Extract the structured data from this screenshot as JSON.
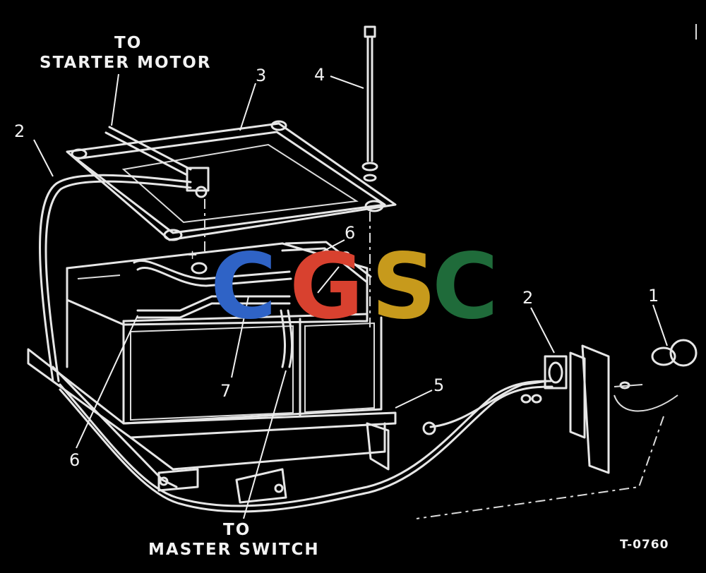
{
  "labels": {
    "to_starter_motor_line1": "TO",
    "to_starter_motor_line2": "STARTER  MOTOR",
    "to_master_switch_line1": "TO",
    "to_master_switch_line2": "MASTER  SWITCH",
    "figure_code": "T-0760"
  },
  "callouts": {
    "c1": "1",
    "c2_left": "2",
    "c2_right": "2",
    "c3": "3",
    "c4": "4",
    "c5": "5",
    "c6_top": "6",
    "c6_bottom": "6",
    "c7": "7",
    "c8": "8"
  },
  "watermark": {
    "letters": [
      "C",
      "G",
      "S",
      "C"
    ],
    "colors": [
      "#2f63c6",
      "#d8412f",
      "#c79a1c",
      "#1f6b3a"
    ]
  }
}
